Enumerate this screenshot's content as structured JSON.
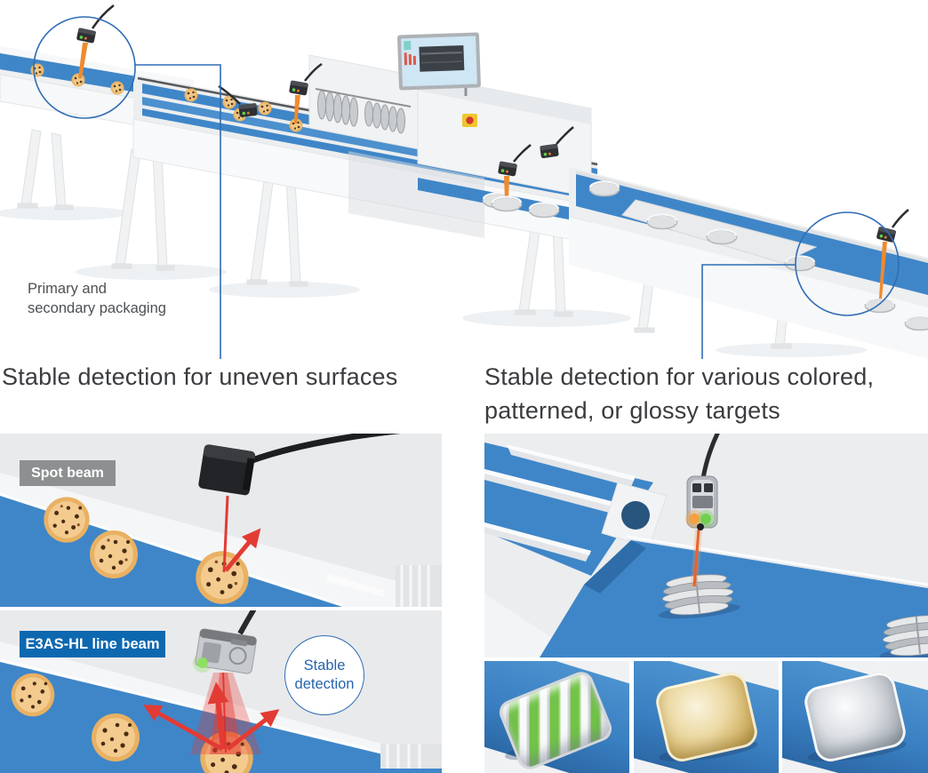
{
  "colors": {
    "accent_blue": "#0d68b0",
    "leader_blue": "#2f6db5",
    "badge_gray": "#8d8f90",
    "belt_blue": "#3f86c8",
    "beam_red": "#e23b34",
    "beam_orange": "#f08a2e",
    "heading_text": "#3a3c3f"
  },
  "top_scene": {
    "caption_line1": "Primary and",
    "caption_line2": "secondary packaging"
  },
  "left_section": {
    "heading": "Stable detection for uneven surfaces",
    "panels": [
      {
        "badge_label": "Spot beam"
      },
      {
        "badge_label": "E3AS-HL line beam",
        "callout": "Stable detection"
      }
    ]
  },
  "right_section": {
    "heading": "Stable detection for various colored, patterned, or glossy targets",
    "thumbnails": [
      {
        "name": "green-striped-package"
      },
      {
        "name": "gold-glossy-package"
      },
      {
        "name": "silver-glossy-package"
      }
    ]
  }
}
